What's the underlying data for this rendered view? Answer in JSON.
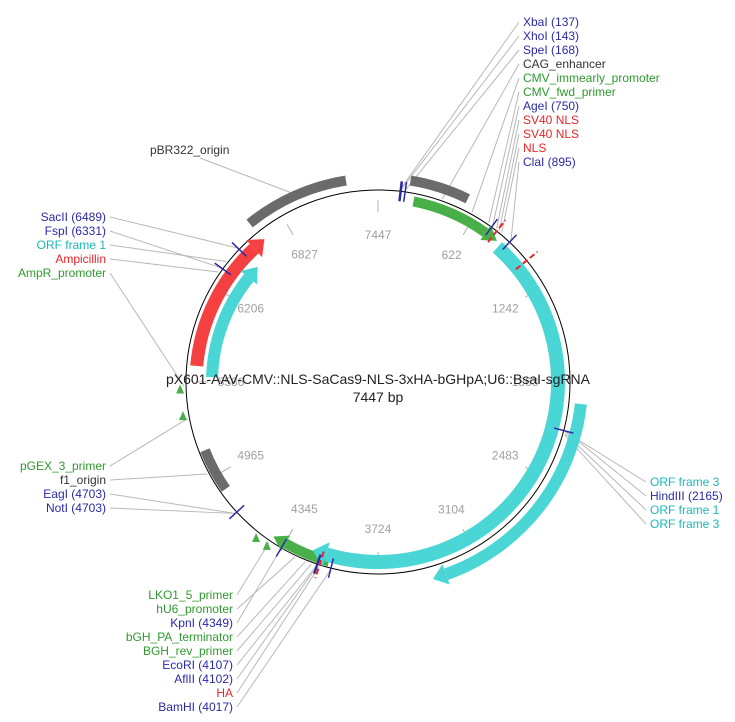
{
  "plasmid": {
    "name": "pX601-AAV-CMV::NLS-SaCas9-NLS-3xHA-bGHpA;U6::BsaI-sgRNA",
    "length_label": "7447 bp",
    "total_bp": 7447
  },
  "colors": {
    "enzyme": "#2a2aa8",
    "primer": "#2e9a2e",
    "orf": "#1cb8b8",
    "origin": "#333333",
    "red": "#e8262a",
    "backbone": "#000000",
    "leader": "#b8b8b8",
    "tick_text": "#a0a0a0"
  },
  "ticks": [
    {
      "label": "7447",
      "bp": 0
    },
    {
      "label": "622",
      "bp": 622
    },
    {
      "label": "1242",
      "bp": 1242
    },
    {
      "label": "1863",
      "bp": 1863
    },
    {
      "label": "2483",
      "bp": 2483
    },
    {
      "label": "3104",
      "bp": 3104
    },
    {
      "label": "3724",
      "bp": 3724
    },
    {
      "label": "4345",
      "bp": 4345
    },
    {
      "label": "4965",
      "bp": 4965
    },
    {
      "label": "5586",
      "bp": 5586
    },
    {
      "label": "6206",
      "bp": 6206
    },
    {
      "label": "6827",
      "bp": 6827
    }
  ],
  "features": [
    {
      "name": "pBR322_origin",
      "type": "origin",
      "start": 6640,
      "end": 7260
    },
    {
      "name": "f1_origin",
      "type": "origin",
      "start": 4860,
      "end": 5140
    },
    {
      "name": "CAG_enhancer",
      "type": "origin",
      "start": 190,
      "end": 540
    },
    {
      "name": "CMV_immearly_promoter",
      "type": "promoter",
      "start": 230,
      "end": 740
    },
    {
      "name": "Ampicillin",
      "type": "red",
      "start": 5690,
      "end": 6560
    },
    {
      "name": "ORF frame 1",
      "type": "orf_outer",
      "start": 5620,
      "end": 6390
    },
    {
      "name": "hU6_promoter",
      "type": "promoter",
      "start": 4040,
      "end": 4340
    },
    {
      "name": "ORF frame 1",
      "type": "orf_main",
      "start": 860,
      "end": 4070
    },
    {
      "name": "ORF frame 3",
      "type": "orf_outer",
      "start": 1990,
      "end": 3320
    }
  ],
  "small_marks": [
    {
      "bp": 790,
      "kind": "red"
    },
    {
      "bp": 1050,
      "kind": "red"
    },
    {
      "bp": 4090,
      "kind": "red"
    },
    {
      "bp": 4430,
      "kind": "green"
    },
    {
      "bp": 4510,
      "kind": "green"
    },
    {
      "bp": 5380,
      "kind": "green"
    },
    {
      "bp": 5540,
      "kind": "green"
    }
  ],
  "labels_top": [
    {
      "text": "XbaI (137)",
      "kind": "enzyme",
      "bp": 137
    },
    {
      "text": "XhoI (143)",
      "kind": "enzyme",
      "bp": 143
    },
    {
      "text": "SpeI (168)",
      "kind": "enzyme",
      "bp": 168
    },
    {
      "text": "CAG_enhancer",
      "kind": "origin",
      "bp": 400
    },
    {
      "text": "CMV_immearly_promoter",
      "kind": "primer",
      "bp": 600
    },
    {
      "text": "CMV_fwd_primer",
      "kind": "primer",
      "bp": 720
    },
    {
      "text": "AgeI (750)",
      "kind": "enzyme",
      "bp": 750
    },
    {
      "text": "SV40 NLS",
      "kind": "red",
      "bp": 780
    },
    {
      "text": "SV40 NLS",
      "kind": "red",
      "bp": 800
    },
    {
      "text": "NLS",
      "kind": "red",
      "bp": 820
    },
    {
      "text": "ClaI (895)",
      "kind": "enzyme",
      "bp": 895
    }
  ],
  "labels_left": [
    {
      "text": "SacII (6489)",
      "kind": "enzyme",
      "bp": 6489
    },
    {
      "text": "FspI (6331)",
      "kind": "enzyme",
      "bp": 6331
    },
    {
      "text": "ORF frame 1",
      "kind": "orf",
      "bp": 6380
    },
    {
      "text": "Ampicillin",
      "kind": "red",
      "bp": 6300
    },
    {
      "text": "AmpR_promoter",
      "kind": "primer",
      "bp": 5560
    }
  ],
  "labels_right": [
    {
      "text": "ORF frame 3",
      "kind": "orf",
      "bp": 2170
    },
    {
      "text": "HindIII (2165)",
      "kind": "enzyme",
      "bp": 2165
    },
    {
      "text": "ORF frame 1",
      "kind": "orf",
      "bp": 2180
    },
    {
      "text": "ORF frame 3",
      "kind": "orf",
      "bp": 2190
    }
  ],
  "labels_midleft": [
    {
      "text": "pGEX_3_primer",
      "kind": "primer",
      "bp": 5360
    },
    {
      "text": "f1_origin",
      "kind": "origin",
      "bp": 5000
    },
    {
      "text": "EagI (4703)",
      "kind": "enzyme",
      "bp": 4703
    },
    {
      "text": "NotI (4703)",
      "kind": "enzyme",
      "bp": 4703
    }
  ],
  "labels_bottom": [
    {
      "text": "LKO1_5_primer",
      "kind": "primer",
      "bp": 4430
    },
    {
      "text": "hU6_promoter",
      "kind": "primer",
      "bp": 4250
    },
    {
      "text": "KpnI (4349)",
      "kind": "enzyme",
      "bp": 4349
    },
    {
      "text": "bGH_PA_terminator",
      "kind": "primer",
      "bp": 4180
    },
    {
      "text": "BGH_rev_primer",
      "kind": "primer",
      "bp": 4140
    },
    {
      "text": "EcoRI (4107)",
      "kind": "enzyme",
      "bp": 4107
    },
    {
      "text": "AflII (4102)",
      "kind": "enzyme",
      "bp": 4102
    },
    {
      "text": "HA",
      "kind": "red",
      "bp": 4090
    },
    {
      "text": "BamHI (4017)",
      "kind": "enzyme",
      "bp": 4017
    }
  ],
  "cut_sites": [
    137,
    143,
    168,
    750,
    895,
    2165,
    4017,
    4102,
    4107,
    4349,
    4703,
    6331,
    6489
  ]
}
